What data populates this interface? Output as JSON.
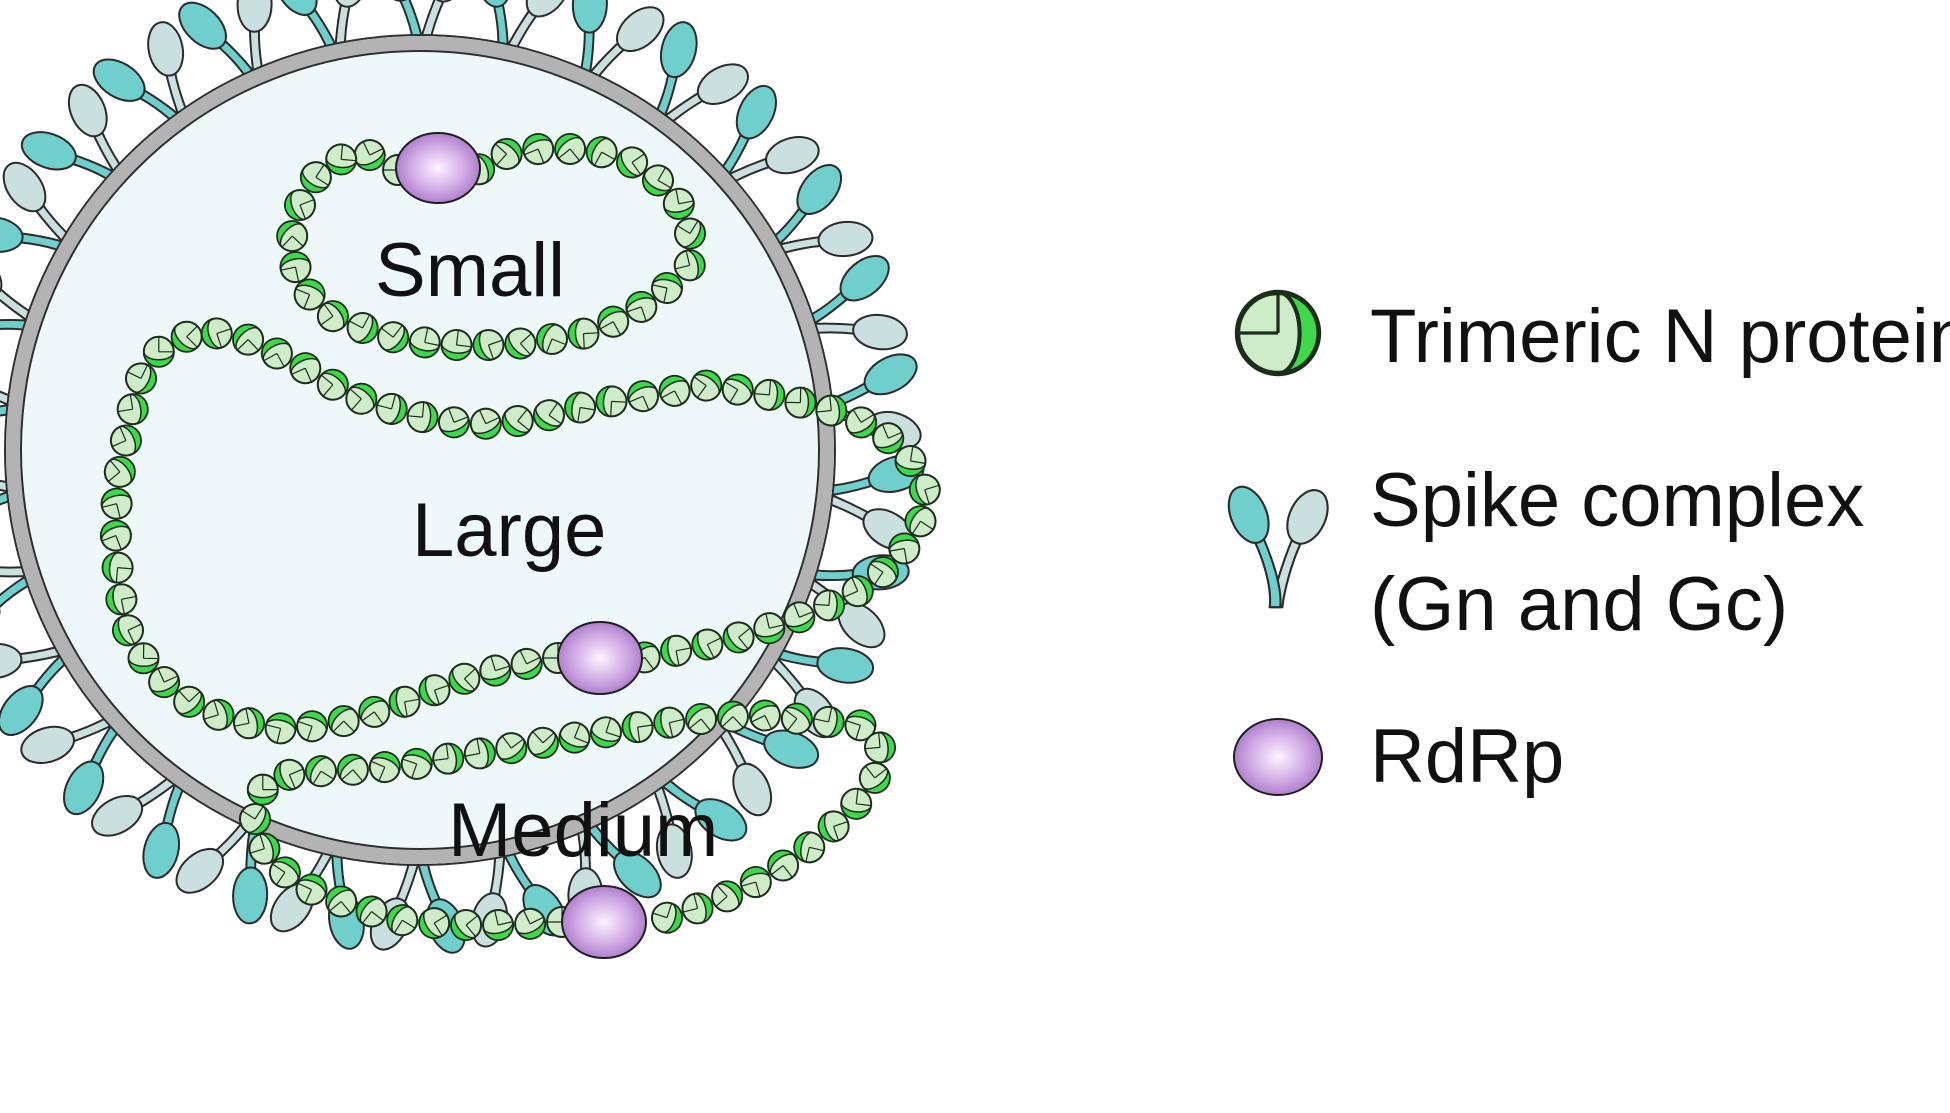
{
  "segments": {
    "small": "Small",
    "large": "Large",
    "medium": "Medium"
  },
  "legend": {
    "n_protein": "Trimeric N protein",
    "spike_line1": "Spike complex",
    "spike_line2": "(Gn and Gc)",
    "rdrp": "RdRp"
  },
  "colors": {
    "envelope": "#b3b3b3",
    "interior": "#eef8f9",
    "spike_light": "#c9e0df",
    "spike_dark": "#6fcfcc",
    "bead_dark": "#3ed94a",
    "bead_light": "#cfecc8",
    "rdrp": "#b27fd0"
  },
  "icons": {
    "n_protein": "trimeric-n-protein-icon",
    "spike": "spike-complex-icon",
    "rdrp": "rdrp-icon"
  }
}
